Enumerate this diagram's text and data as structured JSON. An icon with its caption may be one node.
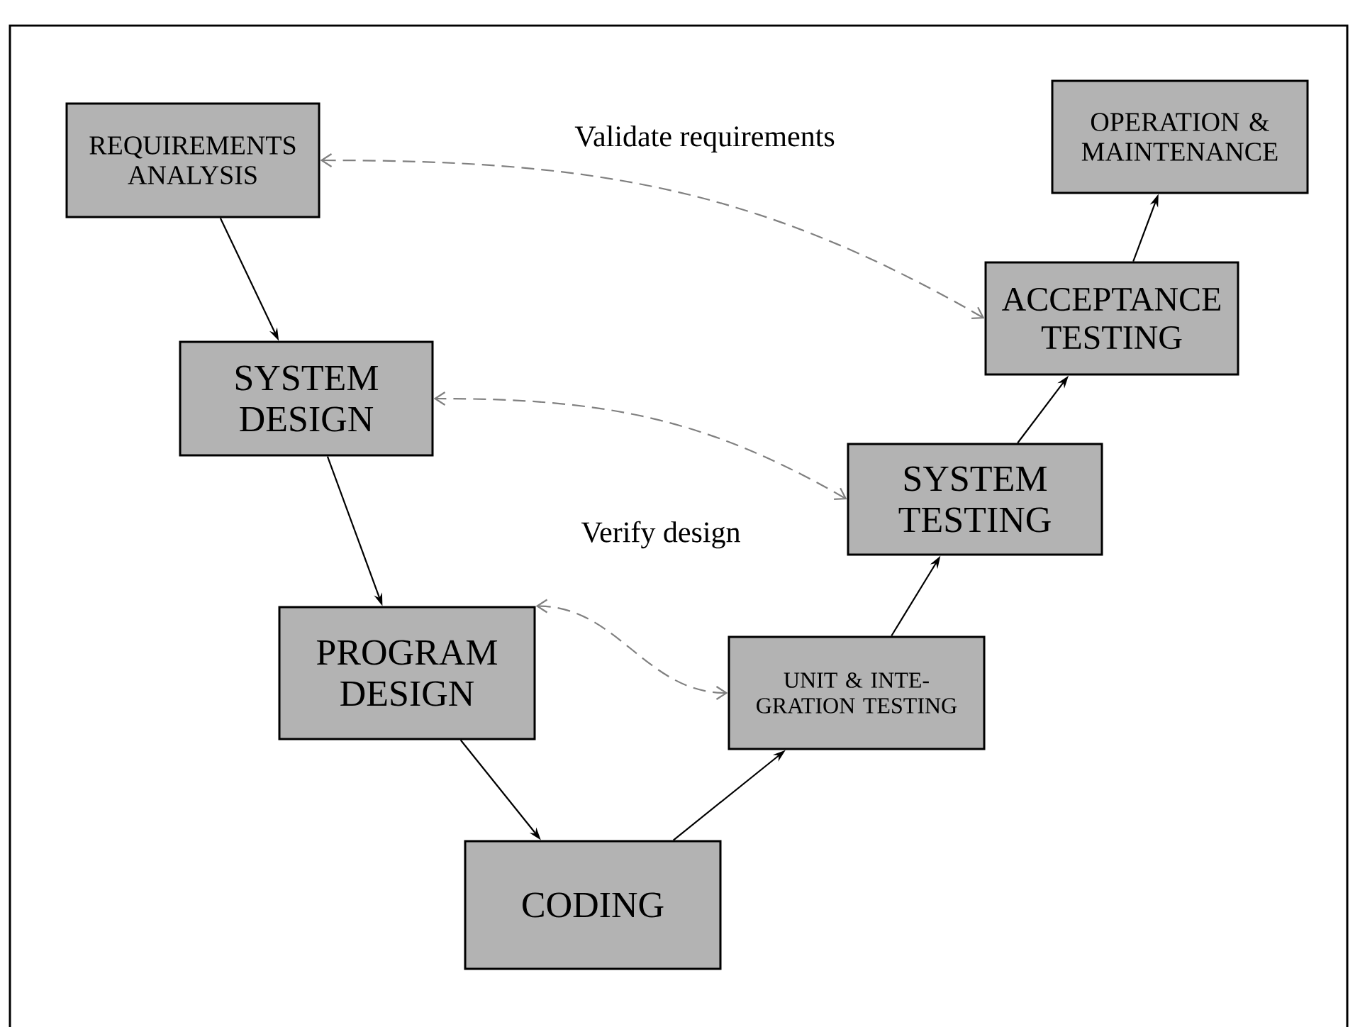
{
  "diagram": {
    "nodes": [
      {
        "text": [
          "REQUIREMENTS ANALYSIS"
        ]
      },
      {
        "text": [
          "SYSTEM DESIGN"
        ]
      },
      {
        "text": [
          "PROGRAM DESIGN"
        ]
      },
      {
        "text": [
          "CODING"
        ]
      },
      {
        "text": [
          "UNIT & INTE- GRATION TESTING"
        ]
      },
      {
        "text": [
          "SYSTEM TESTING"
        ]
      },
      {
        "text": [
          "ACCEPTANCE TESTING"
        ]
      },
      {
        "text": [
          "OPERATION & MAINTENANCE"
        ]
      }
    ],
    "edges": [
      {
        "from": 0,
        "to": 1,
        "arrow": "to"
      },
      {
        "from": 1,
        "to": 2,
        "arrow": "to"
      },
      {
        "from": 2,
        "to": 3,
        "arrow": "to"
      },
      {
        "from": 3,
        "to": 4,
        "arrow": "to"
      },
      {
        "from": 4,
        "to": 5,
        "arrow": "to"
      },
      {
        "from": 5,
        "to": 6,
        "arrow": "to"
      },
      {
        "from": 6,
        "to": 7,
        "arrow": "to"
      },
      {
        "from": 6,
        "to": 0,
        "arrow": "both",
        "style": "dashed",
        "color": "#808080"
      },
      {
        "from": 5,
        "to": 1,
        "arrow": "both",
        "style": "dashed",
        "color": "#808080"
      },
      {
        "from": 2,
        "to": 4,
        "arrow": "both",
        "style": "dashed",
        "color": "#808080"
      }
    ],
    "labels": [
      "Validate requirements",
      "Verify design"
    ]
  }
}
